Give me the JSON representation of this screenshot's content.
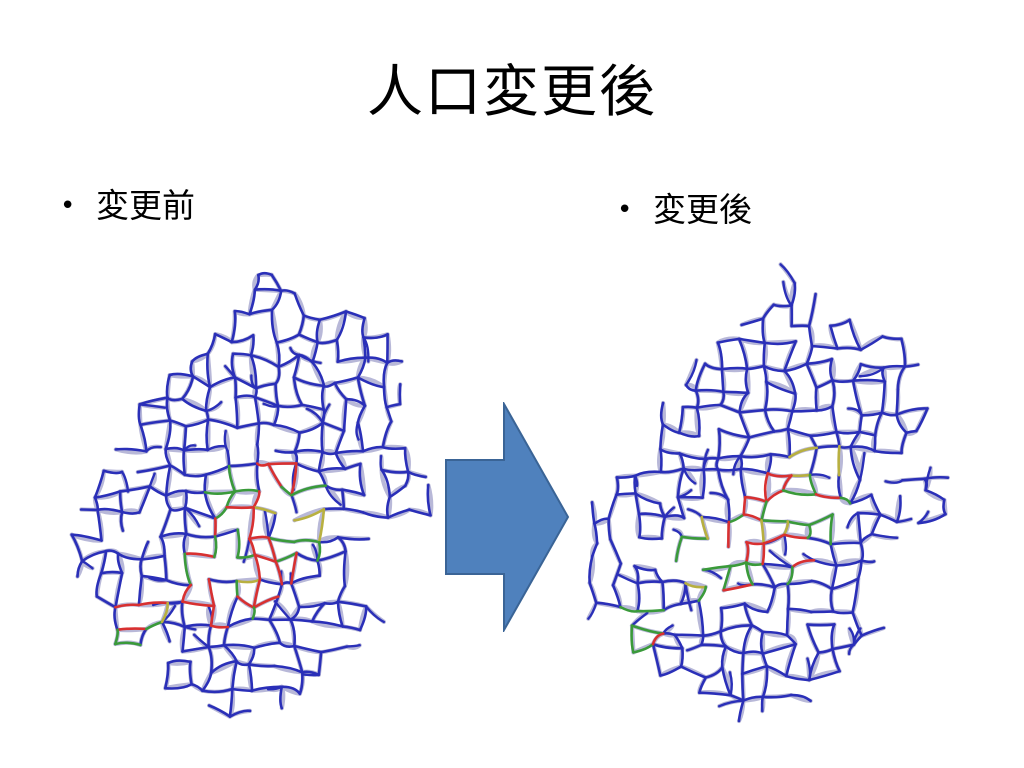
{
  "slide": {
    "title": "人口変更後",
    "bullets": {
      "before": "変更前",
      "after": "変更後"
    },
    "bullet_glyph": "•"
  },
  "colors": {
    "road_main": "#2a2fb8",
    "road_light": "#b8b8d8",
    "road_red": "#d83030",
    "road_green": "#3a9a3a",
    "road_yellow": "#b8b040",
    "arrow_fill": "#4f81bd",
    "arrow_stroke": "#3a6496"
  },
  "icons": {
    "arrow": "right-arrow-icon"
  }
}
